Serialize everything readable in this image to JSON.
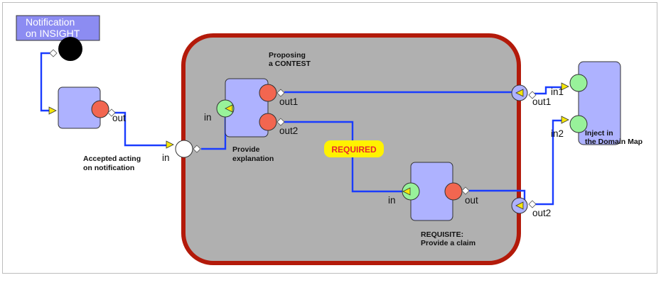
{
  "diagram": {
    "colors": {
      "wire": "#1a3cff",
      "container_fill": "#b0b0b0",
      "container_border": "#b31a0a",
      "node_fill": "#aeb2ff",
      "out_port": "#f26650",
      "in_port": "#98f29a",
      "arrow": "#f5e60a",
      "required_bg": "#fff200",
      "required_text": "#e8262b",
      "trigger_bg": "#8c8cf2"
    },
    "trigger": {
      "label_line1": "Notification",
      "label_line2": "on INSIGHT"
    },
    "accepted_node": {
      "label_line1": "Accepted acting",
      "label_line2": "on notification",
      "out_port": "out"
    },
    "container": {
      "title_line1": "Proposing",
      "title_line2": "a CONTEST",
      "in_port": "in",
      "out1_port": "out1",
      "out2_port": "out2"
    },
    "explanation_node": {
      "label_line1": "Provide",
      "label_line2": "explanation",
      "in_port": "in",
      "out1_port": "out1",
      "out2_port": "out2"
    },
    "required_badge": "REQUIRED",
    "requisite_node": {
      "label_line1": "REQUISITE:",
      "label_line2": "Provide a claim",
      "in_port": "in",
      "out_port": "out"
    },
    "inject_node": {
      "label_line1": "Inject in",
      "label_line2": "the Domain Map",
      "in1_port": "in1",
      "in2_port": "in2"
    }
  }
}
